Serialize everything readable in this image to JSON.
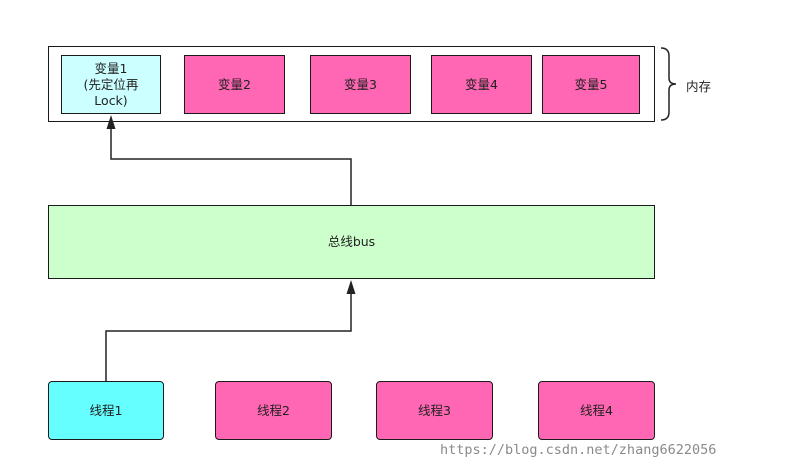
{
  "memory": {
    "label": "内存",
    "variables": [
      {
        "line1": "变量1",
        "line2": "(先定位再",
        "line3": "Lock)"
      },
      {
        "label": "变量2"
      },
      {
        "label": "变量3"
      },
      {
        "label": "变量4"
      },
      {
        "label": "变量5"
      }
    ]
  },
  "bus": {
    "label": "总线bus"
  },
  "threads": [
    {
      "label": "线程1"
    },
    {
      "label": "线程2"
    },
    {
      "label": "线程3"
    },
    {
      "label": "线程4"
    }
  ],
  "watermark": "https://blog.csdn.net/zhang6622056",
  "colors": {
    "variable_highlight": "#ccffff",
    "variable": "#ff66b3",
    "thread_active": "#66ffff",
    "thread": "#ff66b3",
    "bus": "#ccffcc"
  }
}
